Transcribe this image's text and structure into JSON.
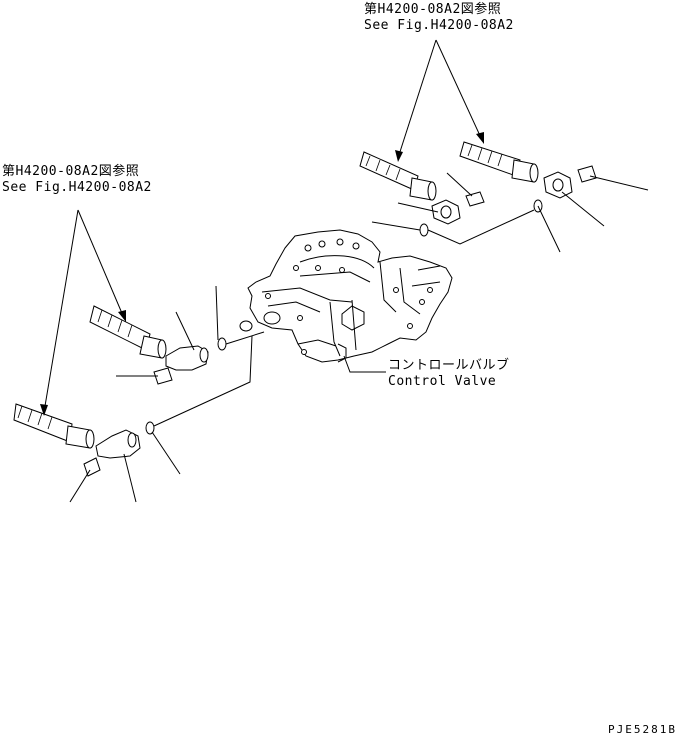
{
  "callouts": {
    "top_right": {
      "line1": "第H4200-08A2図参照",
      "line2": "See Fig.H4200-08A2"
    },
    "left": {
      "line1": "第H4200-08A2図参照",
      "line2": "See Fig.H4200-08A2"
    },
    "control_valve": {
      "line1": "コントロールバルブ",
      "line2": "Control Valve"
    }
  },
  "drawing_code": "PJE5281B"
}
